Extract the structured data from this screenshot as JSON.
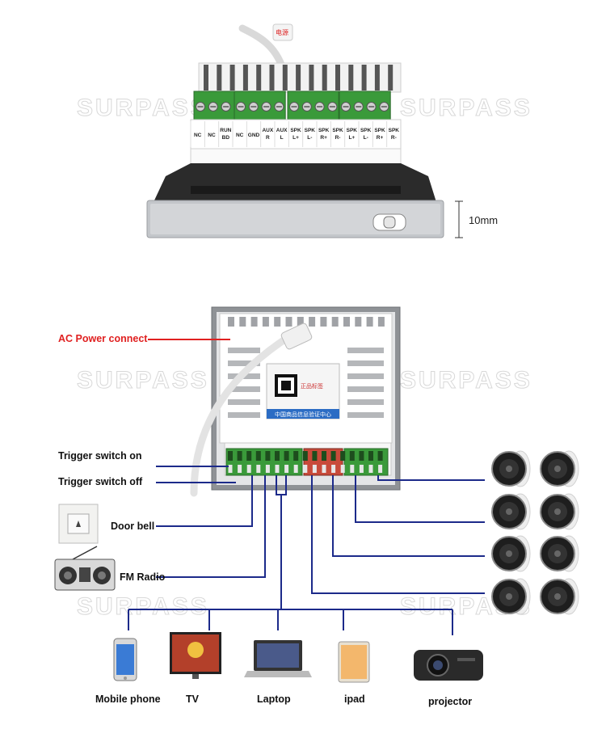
{
  "watermark": "SURPASS",
  "top_view": {
    "terminal_labels": [
      [
        "NC"
      ],
      [
        "NC"
      ],
      [
        "RUN",
        "BD"
      ],
      [
        "NC"
      ],
      [
        "GND"
      ],
      [
        "AUX",
        "R"
      ],
      [
        "AUX",
        "L"
      ],
      [
        "SPK",
        "L+"
      ],
      [
        "SPK",
        "L-"
      ],
      [
        "SPK",
        "R+"
      ],
      [
        "SPK",
        "R-"
      ],
      [
        "SPK",
        "L+"
      ],
      [
        "SPK",
        "L-"
      ],
      [
        "SPK",
        "R+"
      ],
      [
        "SPK",
        "R-"
      ]
    ],
    "dimension": "10mm"
  },
  "wiring": {
    "ac_power": "AC Power connect",
    "trigger_on": "Trigger switch on",
    "trigger_off": "Trigger switch off",
    "door_bell": "Door bell",
    "fm_radio": "FM Radio",
    "sources": [
      "Mobile phone",
      "TV",
      "Laptop",
      "ipad",
      "projector"
    ]
  },
  "colors": {
    "wire": "#1c2a8a",
    "ac_wire": "#e02020",
    "terminal": "#3a9a3a",
    "chassis": "#b9bcc0"
  }
}
